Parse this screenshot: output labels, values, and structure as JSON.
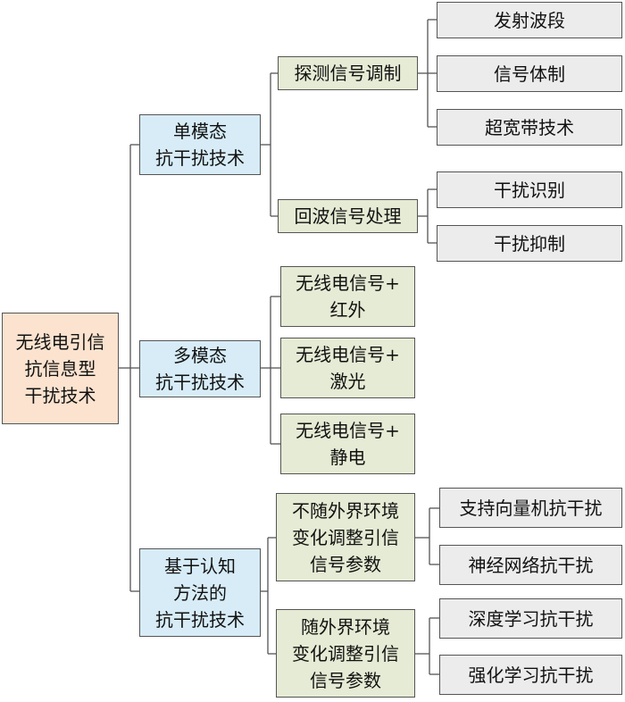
{
  "root": {
    "label": "无线电引信\n抗信息型\n干扰技术"
  },
  "branches": [
    {
      "label": "单模态\n抗干扰技术",
      "children": [
        {
          "label": "探测信号调制",
          "children": [
            "发射波段",
            "信号体制",
            "超宽带技术"
          ]
        },
        {
          "label": "回波信号处理",
          "children": [
            "干扰识别",
            "干扰抑制"
          ]
        }
      ]
    },
    {
      "label": "多模态\n抗干扰技术",
      "children": [
        {
          "label": "无线电信号+\n红外",
          "children": []
        },
        {
          "label": "无线电信号+\n激光",
          "children": []
        },
        {
          "label": "无线电信号+\n静电",
          "children": []
        }
      ]
    },
    {
      "label": "基于认知\n方法的\n抗干扰技术",
      "children": [
        {
          "label": "不随外界环境\n变化调整引信\n信号参数",
          "children": [
            "支持向量机抗干扰",
            "神经网络抗干扰"
          ]
        },
        {
          "label": "随外界环境\n变化调整引信\n信号参数",
          "children": [
            "深度学习抗干扰",
            "强化学习抗干扰"
          ]
        }
      ]
    }
  ]
}
